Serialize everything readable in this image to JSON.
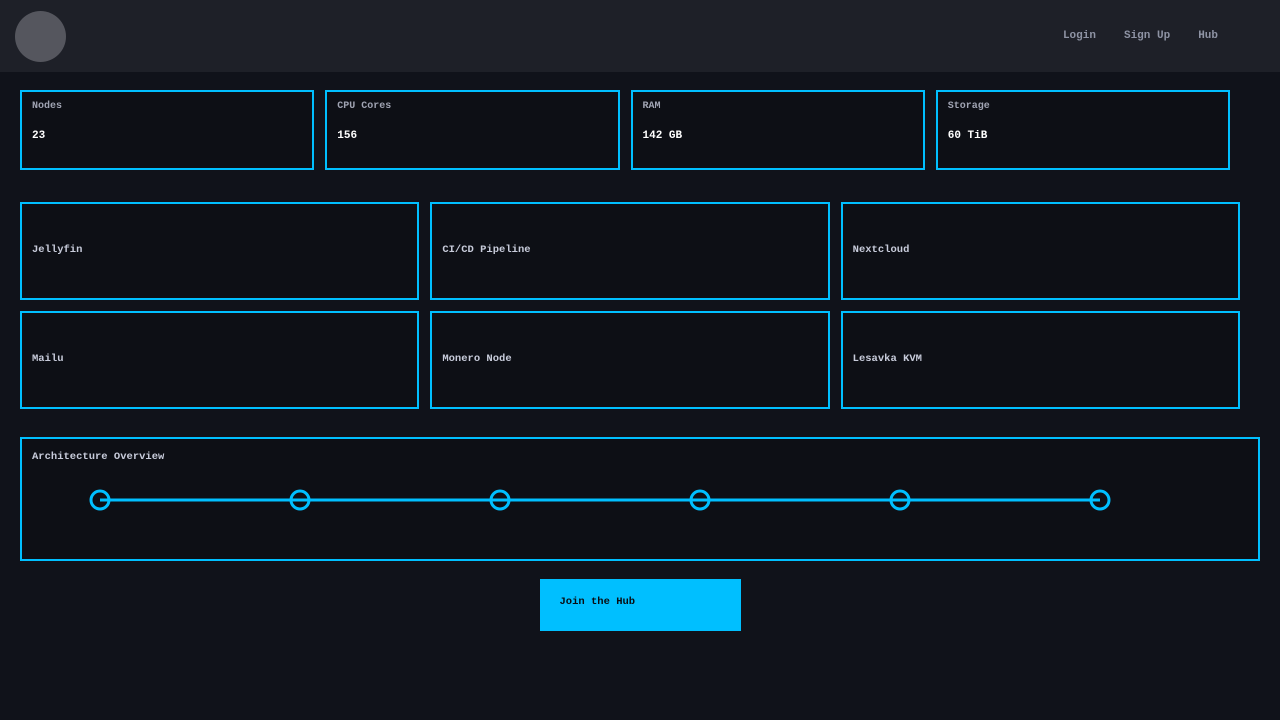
{
  "nav": {
    "links": [
      {
        "label": "Login"
      },
      {
        "label": "Sign Up"
      },
      {
        "label": "Hub"
      }
    ]
  },
  "stats": [
    {
      "label": "Nodes",
      "value": "23"
    },
    {
      "label": "CPU Cores",
      "value": "156"
    },
    {
      "label": "RAM",
      "value": "142 GB"
    },
    {
      "label": "Storage",
      "value": "60 TiB"
    }
  ],
  "services": [
    {
      "title": "Jellyfin"
    },
    {
      "title": "CI/CD Pipeline"
    },
    {
      "title": "Nextcloud"
    },
    {
      "title": "Mailu"
    },
    {
      "title": "Monero Node"
    },
    {
      "title": "Lesavka KVM"
    }
  ],
  "architecture": {
    "title": "Architecture Overview",
    "node_count": 6
  },
  "cta": {
    "label": "Join the Hub"
  },
  "colors": {
    "accent": "#00bfff",
    "nav_bg": "#1e2028",
    "page_bg": "#10121a",
    "card_bg": "#0d0f15",
    "avatar_gray": "#55565e"
  }
}
